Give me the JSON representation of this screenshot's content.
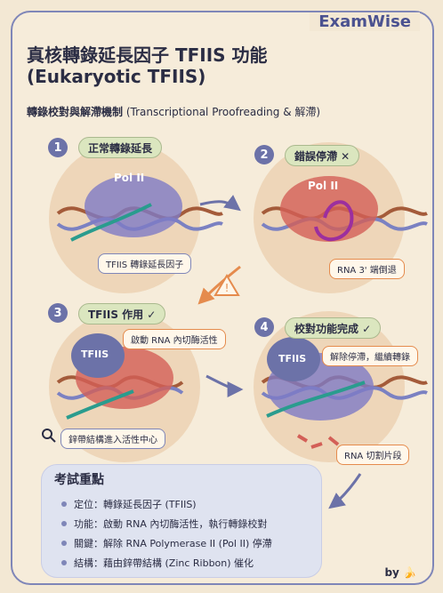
{
  "brand": {
    "name": "ExamWise"
  },
  "title": {
    "line1": "真核轉錄延長因子 TFIIS 功能",
    "line2": "(Eukaryotic TFIIS)",
    "subtitle_bold": "轉錄校對與解滯機制",
    "subtitle_rest": " (Transcriptional Proofreading & 解滯)"
  },
  "panels": [
    {
      "num": "1",
      "pill": "正常轉錄延長",
      "protein": "Pol II",
      "label": "TFIIS 轉錄延長因子"
    },
    {
      "num": "2",
      "pill": "錯誤停滯 ✕",
      "protein": "Pol II",
      "label": "RNA 3' 端倒退"
    },
    {
      "num": "3",
      "pill": "TFIIS 作用 ✓",
      "protein": "TFIIS",
      "label_top": "啟動 RNA 內切酶活性",
      "label_bottom": "鋅帶結構進入活性中心"
    },
    {
      "num": "4",
      "pill": "校對功能完成 ✓",
      "protein": "TFIIS",
      "label_top": "解除停滯，繼續轉錄",
      "label_bottom": "RNA 切割片段"
    }
  ],
  "key_points": {
    "title": "考試重點",
    "items": [
      "定位：轉錄延長因子 (TFIIS)",
      "功能：啟動 RNA 內切酶活性，執行轉錄校對",
      "關鍵：解除 RNA Polymerase II (Pol II) 停滯",
      "結構：藉由鋅帶結構 (Zinc Ribbon) 催化"
    ]
  },
  "signature": {
    "text": "by 🍌"
  },
  "colors": {
    "frame": "#7f86b8",
    "accent": "#e58b4d",
    "background": "#f6ecda",
    "highlight": "#dbe6bf"
  },
  "icons": [
    "warning-icon",
    "check-icon",
    "x-icon",
    "magnifier-icon",
    "arrow-icon"
  ]
}
